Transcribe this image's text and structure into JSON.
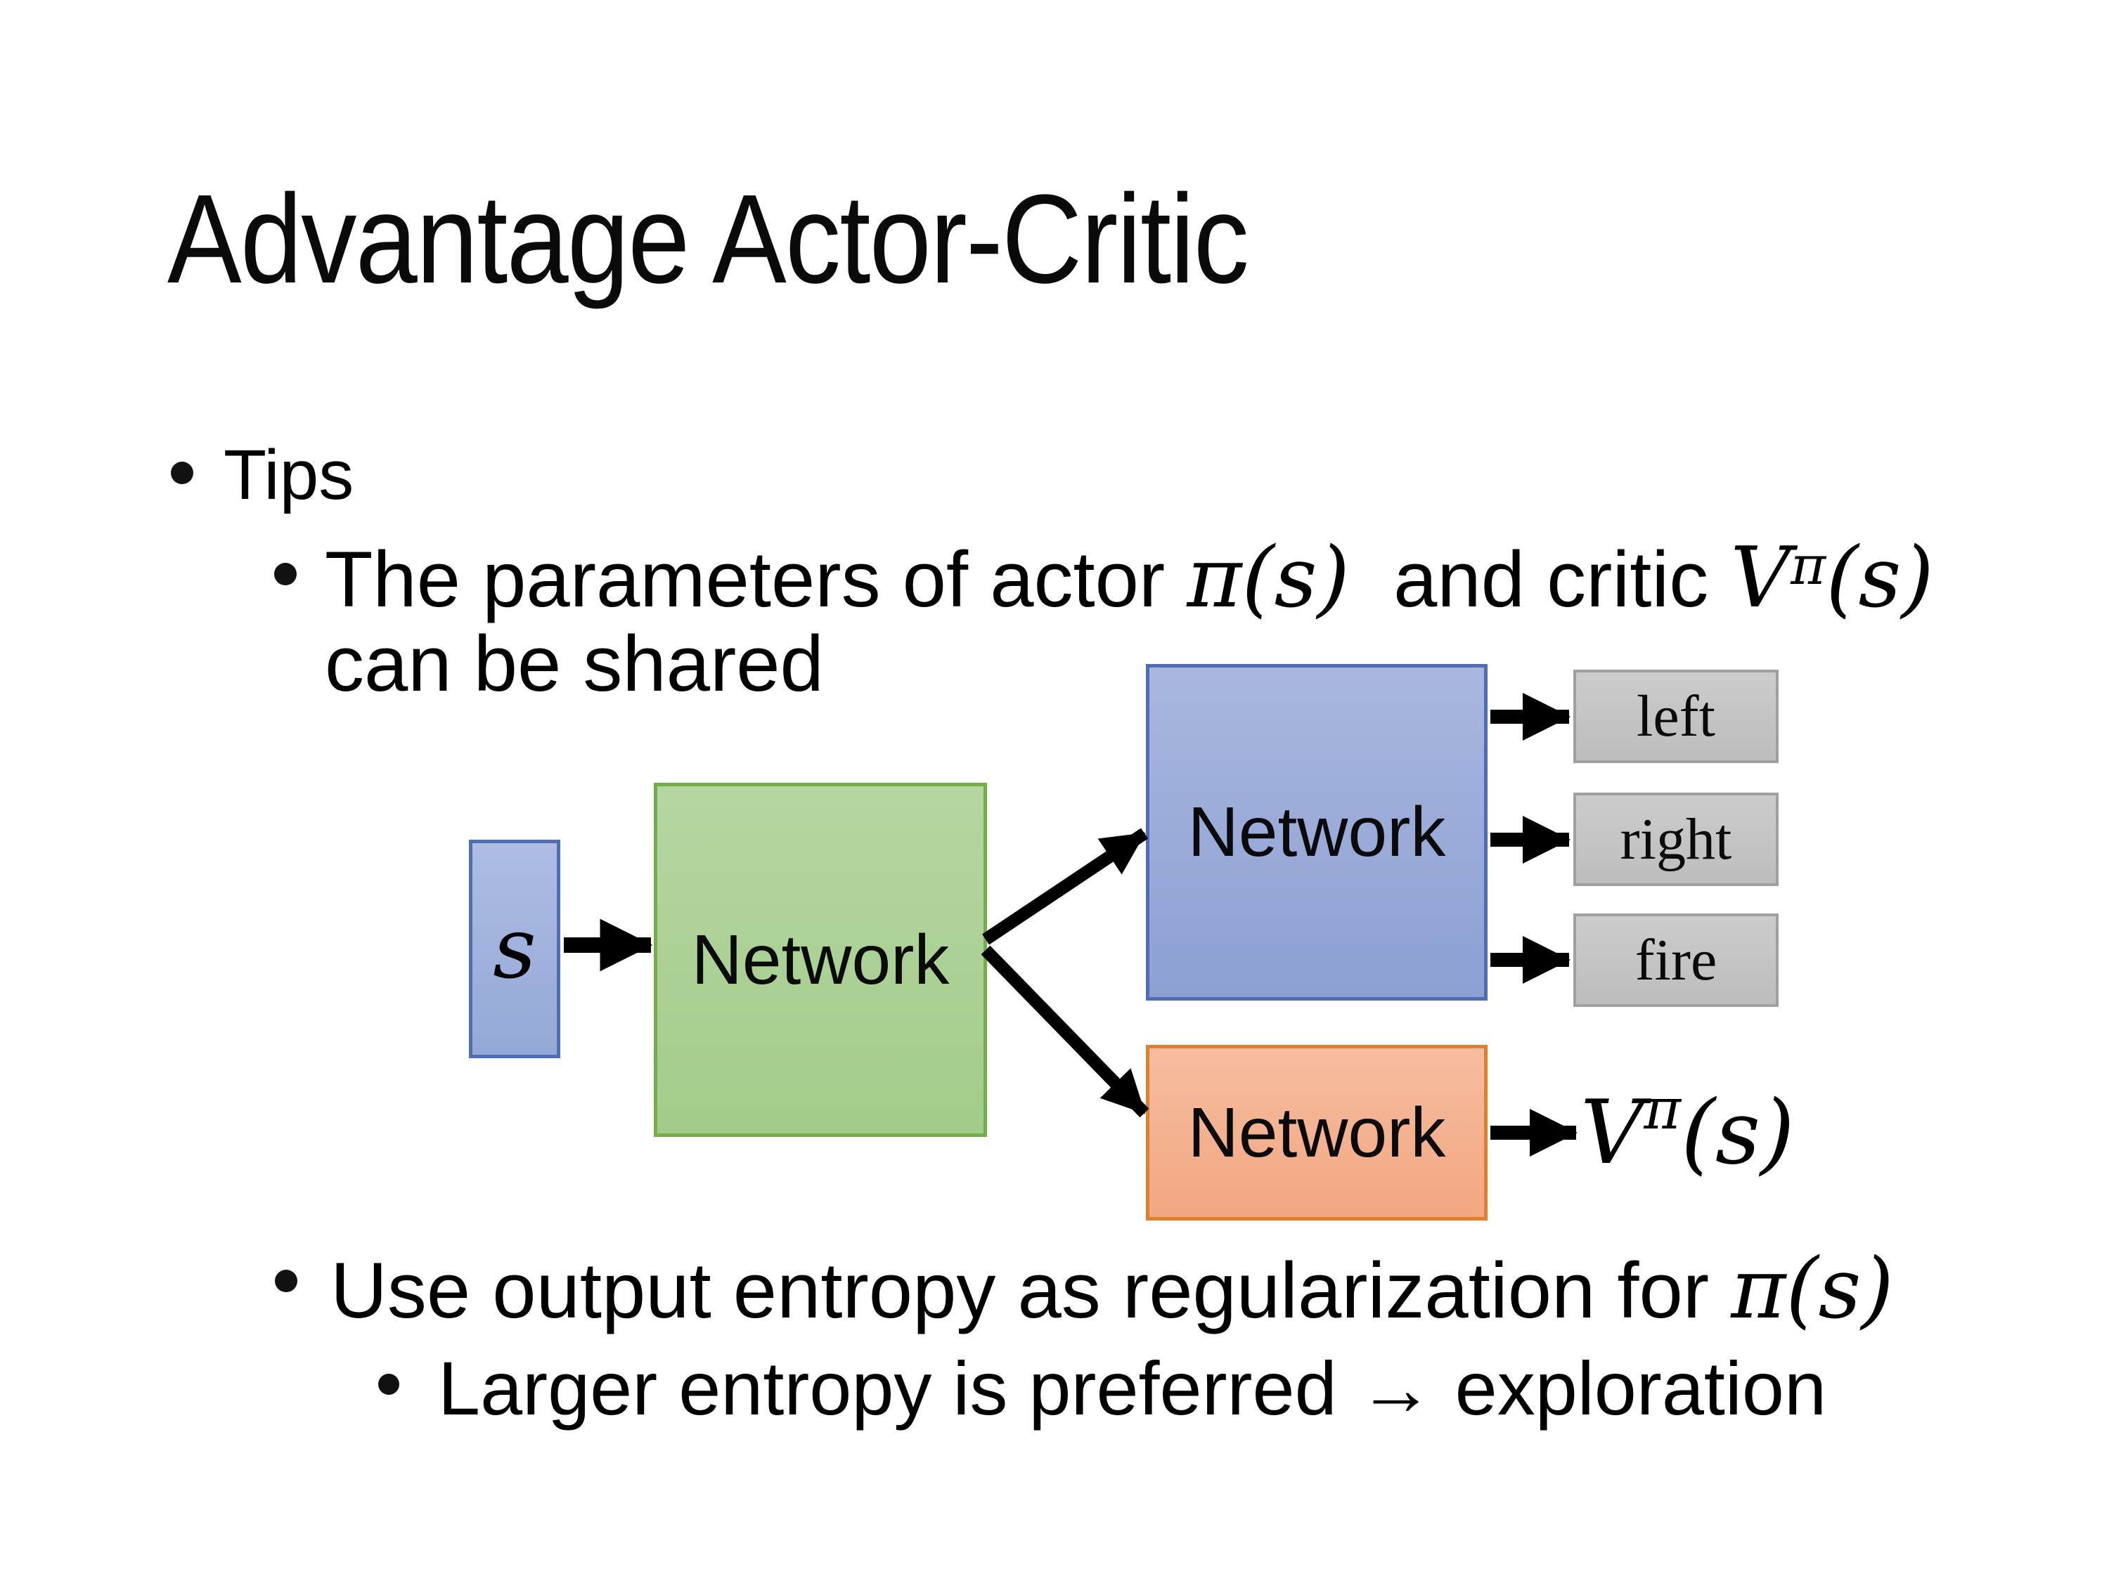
{
  "title": "Advantage Actor-Critic",
  "bullets": {
    "level1": "Tips",
    "shared_line1": {
      "pre": "The parameters of actor ",
      "actor_math": "π(s)",
      "mid": "  and critic ",
      "critic_v": "V",
      "critic_sup": "π",
      "critic_args": "(s)"
    },
    "shared_line2": "can be shared",
    "entropy_line": {
      "pre": "Use output entropy as regularization for ",
      "math": "π(s)"
    },
    "exploration_line": "Larger entropy is preferred → exploration"
  },
  "diagram": {
    "state_label": "s",
    "shared_network": "Network",
    "actor_network": "Network",
    "critic_network": "Network",
    "actions": [
      "left",
      "right",
      "fire"
    ],
    "value_output": {
      "v": "V",
      "sup": "π",
      "args": "(s)"
    },
    "colors": {
      "state_fill_top": "#AEBCE4",
      "state_fill_bottom": "#93A9D6",
      "state_border": "#4F6DB4",
      "shared_fill_top": "#B5D6A1",
      "shared_fill_bottom": "#A3CC8A",
      "shared_border": "#73AE4B",
      "actor_fill_top": "#A9B7E0",
      "actor_fill_bottom": "#8CA0D2",
      "actor_border": "#4F6DB4",
      "critic_fill_top": "#F6BD9F",
      "critic_fill_bottom": "#F2A781",
      "critic_border": "#DF7F2F",
      "action_fill_top": "#CCCCCC",
      "action_fill_bottom": "#BDBDBD",
      "action_border": "#A0A0A0",
      "arrow": "#000000"
    }
  }
}
